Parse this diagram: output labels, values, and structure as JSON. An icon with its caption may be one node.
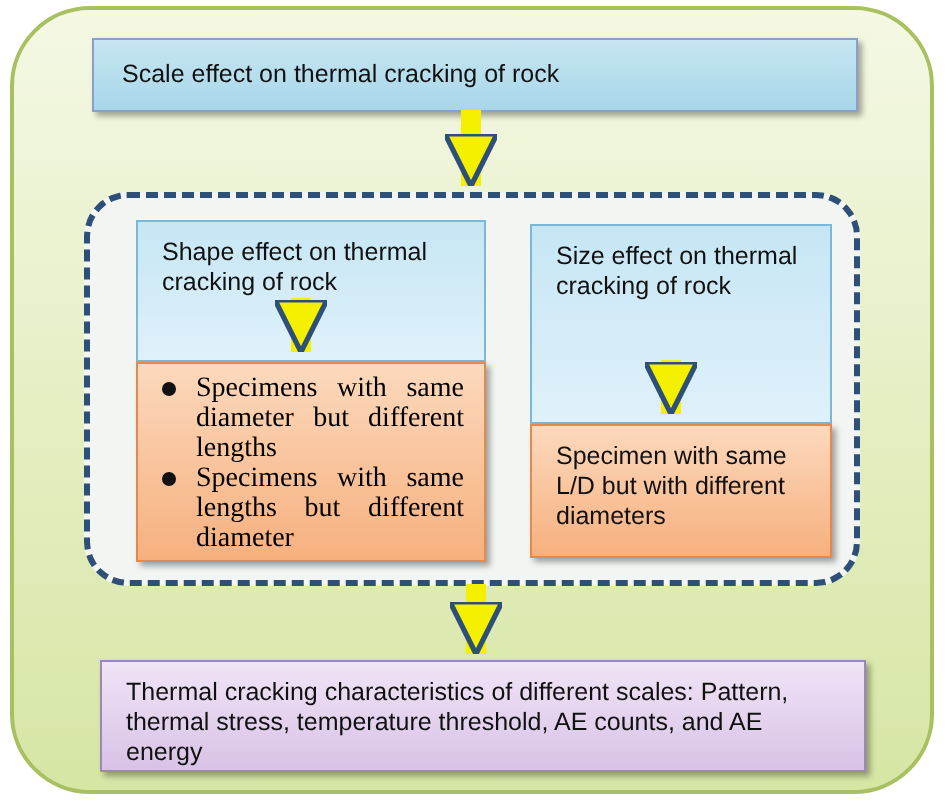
{
  "diagram": {
    "nodes": [
      {
        "text": [],
        "shape": "box"
      },
      {
        "text": [
          "Scale effect on thermal cracking of rock"
        ],
        "in": 0
      },
      {
        "text": [],
        "shape": "box",
        "in": 0
      },
      {
        "text": [
          "Shape effect on thermal cracking of rock"
        ],
        "in": 2
      },
      {
        "text": [
          "Specimens with same diameter but different lengths",
          "Specimens with same lengths but different diameter"
        ],
        "in": 2
      },
      {
        "text": [
          "Size effect on thermal cracking of rock"
        ],
        "in": 2
      },
      {
        "text": [
          "Specimen with same L/D but with different diameters"
        ],
        "in": 2
      },
      {
        "text": [
          "Thermal cracking characteristics of different scales: Pattern, thermal stress, temperature threshold, AE counts, and AE energy"
        ],
        "in": 0
      }
    ],
    "edges": [
      {
        "from": 1,
        "to": 2,
        "arrow": "to"
      },
      {
        "from": 3,
        "to": 4,
        "arrow": "to"
      },
      {
        "from": 5,
        "to": 6,
        "arrow": "to"
      },
      {
        "from": 2,
        "to": 7,
        "arrow": "to"
      }
    ]
  }
}
